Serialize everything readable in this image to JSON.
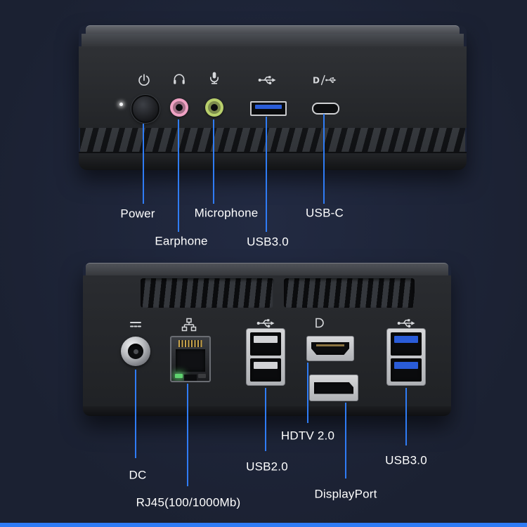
{
  "colors": {
    "background": "#1d2336",
    "accent": "#2f7cf5",
    "label_text": "#ffffff",
    "earphone_jack": "#f0a2c4",
    "microphone_jack": "#b9d06c",
    "usb3_tongue": "#2a5cd8",
    "usb2_tongue": "#d2d3d6"
  },
  "front_panel": {
    "view": "front",
    "callouts": [
      {
        "id": "power",
        "label": "Power",
        "icon": "power-icon"
      },
      {
        "id": "earphone",
        "label": "Earphone",
        "icon": "headphone-icon"
      },
      {
        "id": "microphone",
        "label": "Microphone",
        "icon": "microphone-icon"
      },
      {
        "id": "usb3",
        "label": "USB3.0",
        "icon": "usb-icon"
      },
      {
        "id": "usb-c",
        "label": "USB-C",
        "icon": "displayport-usb-icon"
      }
    ]
  },
  "rear_panel": {
    "view": "rear",
    "callouts": [
      {
        "id": "dc",
        "label": "DC",
        "icon": "dc-power-icon"
      },
      {
        "id": "rj45",
        "label": "RJ45(100/1000Mb)",
        "icon": "ethernet-icon"
      },
      {
        "id": "usb2",
        "label": "USB2.0",
        "icon": "usb-icon"
      },
      {
        "id": "hdtv",
        "label": "HDTV 2.0",
        "icon": "displayport-icon"
      },
      {
        "id": "displayport",
        "label": "DisplayPort",
        "icon": "displayport-icon"
      },
      {
        "id": "usb3",
        "label": "USB3.0",
        "icon": "usb-icon"
      }
    ]
  }
}
